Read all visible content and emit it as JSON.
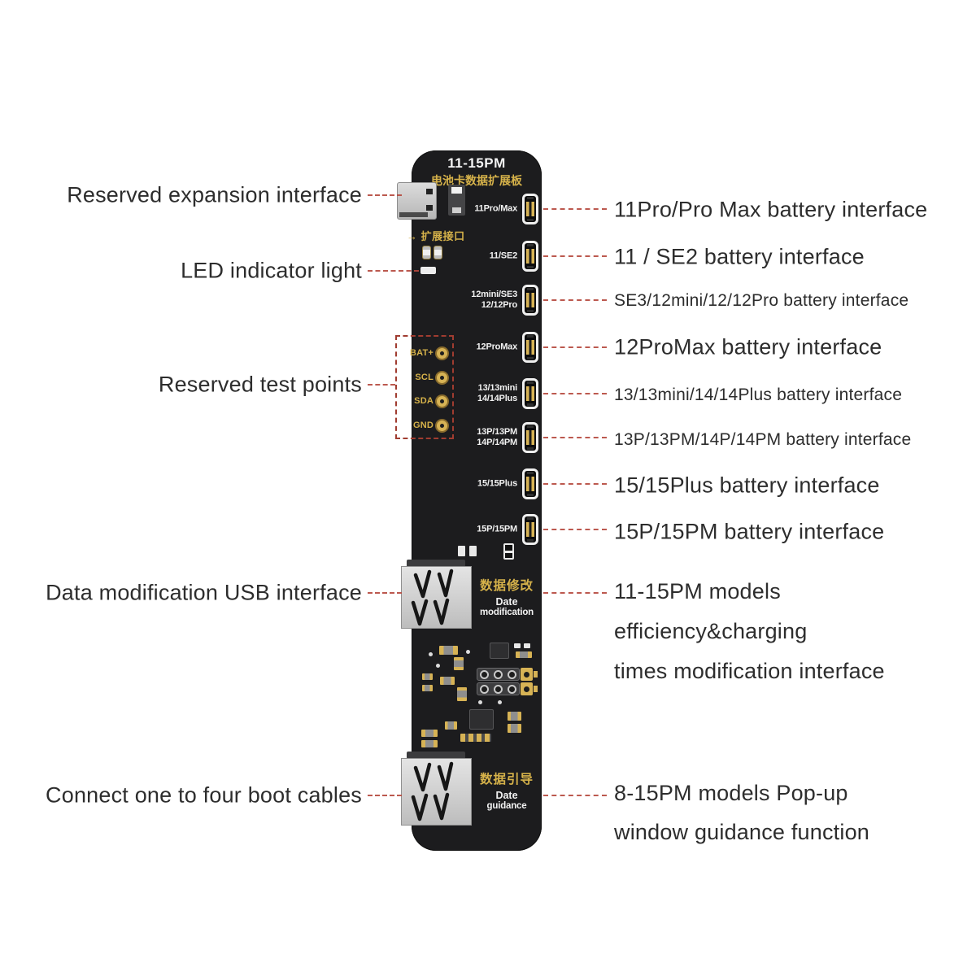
{
  "board": {
    "title": "11-15PM",
    "subtitle": "电池卡数据扩展板",
    "expansion_marker": "→",
    "expansion_label": "扩展接口",
    "connector_labels": [
      {
        "line1": "11Pro/Max"
      },
      {
        "line1": "11/SE2"
      },
      {
        "line1": "12mini/SE3",
        "line2": "12/12Pro"
      },
      {
        "line1": "12ProMax"
      },
      {
        "line1": "13/13mini",
        "line2": "14/14Plus"
      },
      {
        "line1": "13P/13PM",
        "line2": "14P/14PM"
      },
      {
        "line1": "15/15Plus"
      },
      {
        "line1": "15P/15PM"
      }
    ],
    "test_points": {
      "labels": [
        "BAT+",
        "SCL",
        "SDA",
        "GND"
      ]
    },
    "usb_modification": {
      "cn": "数据修改",
      "en_line1": "Date",
      "en_line2": "modification"
    },
    "usb_guidance": {
      "cn": "数据引导",
      "en_line1": "Date",
      "en_line2": "guidance"
    }
  },
  "annotations": {
    "left": [
      {
        "text": "Reserved expansion interface"
      },
      {
        "text": "LED indicator light"
      },
      {
        "text": "Reserved test points"
      },
      {
        "text": "Data modification USB interface"
      },
      {
        "text": "Connect one to four boot cables"
      }
    ],
    "right": [
      {
        "text": "11Pro/Pro Max battery interface"
      },
      {
        "text": "11 / SE2 battery interface"
      },
      {
        "text": "SE3/12mini/12/12Pro battery interface"
      },
      {
        "text": "12ProMax battery interface"
      },
      {
        "text": "13/13mini/14/14Plus battery interface"
      },
      {
        "text": "13P/13PM/14P/14PM battery interface"
      },
      {
        "text": "15/15Plus battery interface"
      },
      {
        "text": "15P/15PM battery interface"
      },
      {
        "lines": [
          "11-15PM models",
          "efficiency&charging",
          "times modification interface"
        ]
      },
      {
        "lines": [
          "8-15PM models Pop-up",
          "window guidance function"
        ]
      }
    ]
  },
  "colors": {
    "board": "#1c1c1e",
    "silk_yellow": "#d6b24a",
    "silk_white": "#f2f2f2",
    "annotation_red": "#b5483c",
    "test_rect_red": "#a03c30",
    "text": "#2d2d2d",
    "pad_gold": "#d7b355"
  }
}
